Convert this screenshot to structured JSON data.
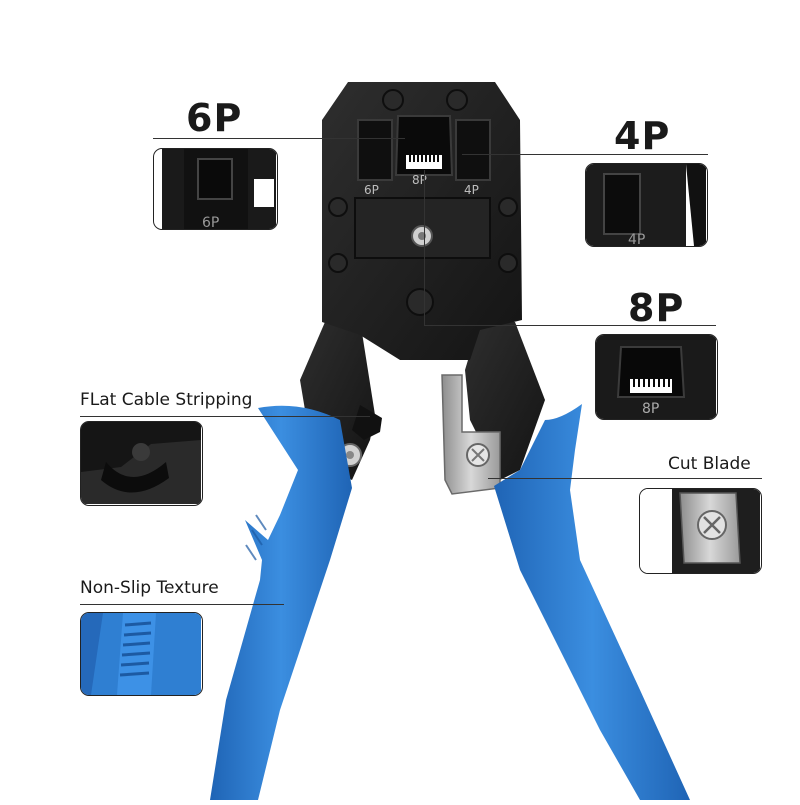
{
  "labels": {
    "six_p": "6P",
    "four_p": "4P",
    "eight_p": "8P",
    "flat_cable": "FLat Cable Stripping",
    "cut_blade": "Cut Blade",
    "non_slip": "Non-Slip Texture"
  },
  "die_marks": {
    "six_p": "6P",
    "eight_p": "8P",
    "four_p": "4P"
  },
  "colors": {
    "handle_blue": "#2f7fd2",
    "tool_black": "#1e1e1e",
    "blade_silver": "#b9b9b9"
  }
}
